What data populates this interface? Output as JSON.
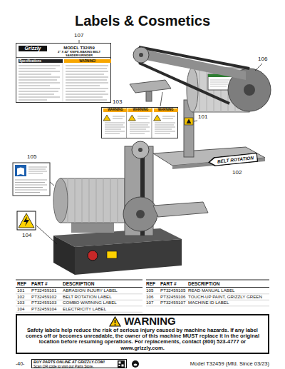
{
  "diagram": {
    "title": "Labels & Cosmetics",
    "nodes": [
      {
        "text": [
          "Grizzly",
          "MODEL T32459",
          "2\" X 42\" KNIFE-MAKING BELT SANDER/GRINDER",
          "Specifications",
          "WARNING!"
        ]
      },
      {
        "text": [
          "WARNING",
          "WARNING",
          "WARNING"
        ]
      },
      {
        "text": [
          "BELT ROTATION"
        ]
      },
      {
        "text": [
          "WARNING",
          "Safety labels help reduce the risk of serious injury caused by machine hazards. If any label comes off or becomes unreadable, the owner of this machine MUST replace it in the original location before resuming operations. For replacements, contact (800) 523-4777 or www.grizzly.com."
        ]
      },
      {
        "text": [
          "BUY PARTS ONLINE AT GRIZZLY.COM!",
          "Scan QR code to visit our Parts Store."
        ]
      }
    ],
    "labels": [
      "107",
      "106",
      "103",
      "101",
      "102",
      "105",
      "104",
      "REF",
      "PART #",
      "DESCRIPTION",
      "REF",
      "PART #",
      "DESCRIPTION",
      "101",
      "PT32459101",
      "ABRASION INJURY LABEL",
      "102",
      "PT32459102",
      "BELT ROTATION LABEL",
      "103",
      "PT32459103",
      "COMBO WARNING LABEL",
      "104",
      "PT32459104",
      "ELECTRICITY LABEL",
      "105",
      "PT32459105",
      "READ MANUAL LABEL",
      "106",
      "PT32459106",
      "TOUCH-UP PAINT, GRIZZLY GREEN",
      "107",
      "PT32459107",
      "MACHINE ID LABEL",
      "-40-",
      "Model T32459 (Mfd. Since 03/23)"
    ]
  }
}
